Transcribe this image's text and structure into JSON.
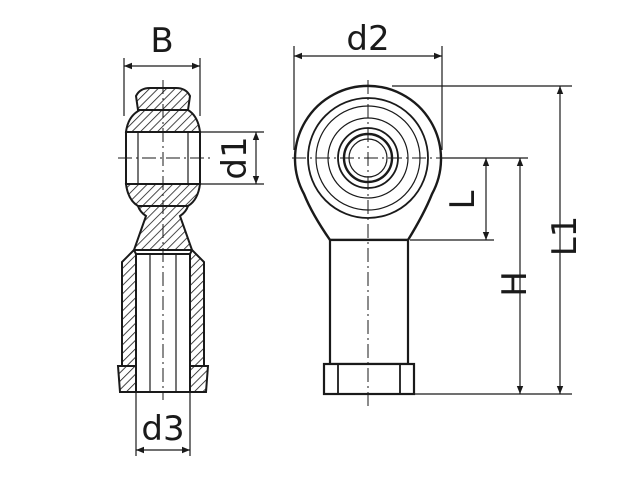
{
  "diagram": {
    "labels": {
      "B": "B",
      "d1": "d1",
      "d2": "d2",
      "d3": "d3",
      "L": "L",
      "H": "H",
      "L1": "L1"
    },
    "colors": {
      "line": "#1a1a1a",
      "background": "#ffffff"
    }
  }
}
